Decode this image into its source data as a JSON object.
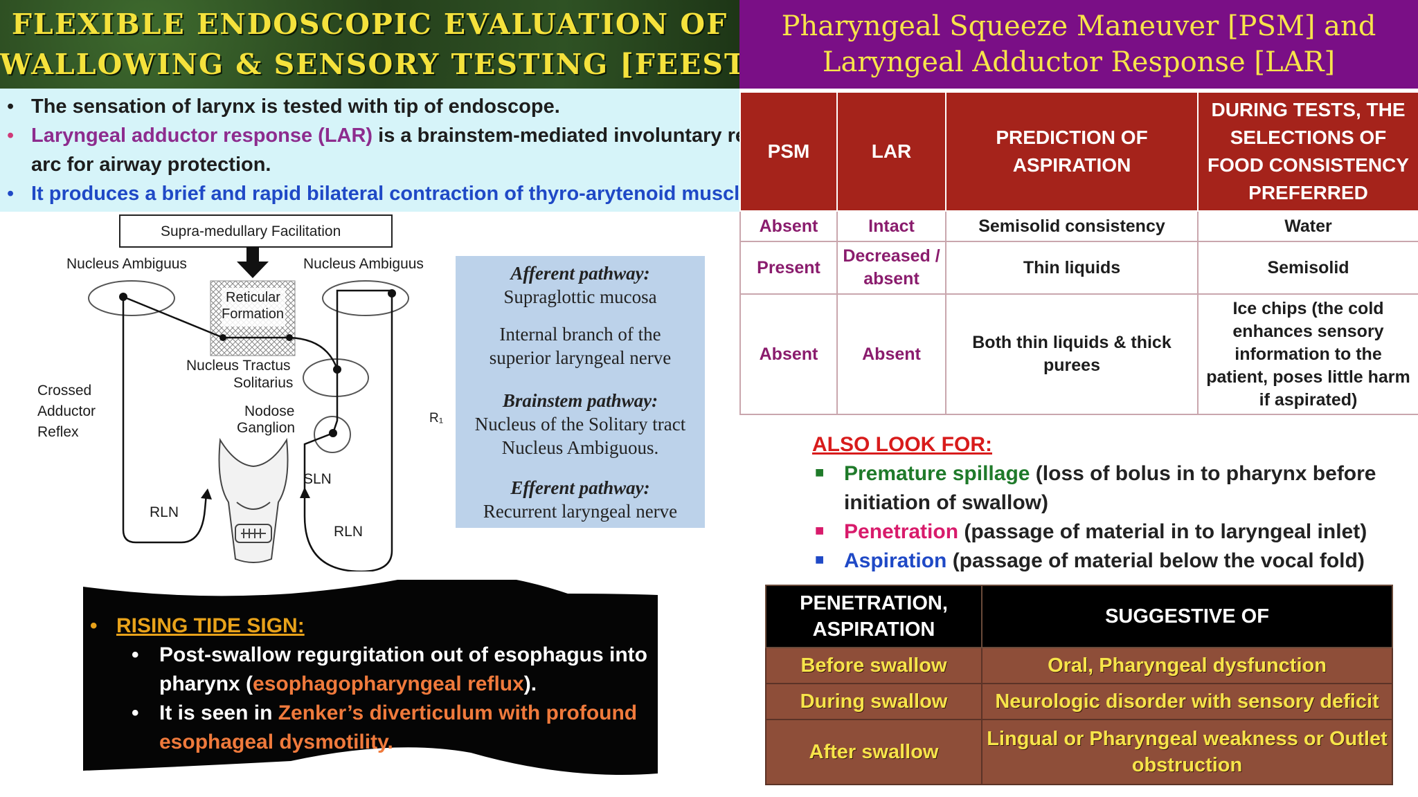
{
  "left_banner": {
    "line1": "FLEXIBLE ENDOSCOPIC EVALUATION OF",
    "line2": "SWALLOWING & SENSORY TESTING [FEEST]"
  },
  "right_banner": {
    "line1": "Pharyngeal Squeeze Maneuver [PSM] and",
    "line2": "Laryngeal Adductor Response [LAR]"
  },
  "intro": {
    "b1": "The sensation of larynx is tested with tip of endoscope.",
    "b2_colored": "Laryngeal adductor response (LAR)",
    "b2_rest": " is a brainstem-mediated involuntary reflex",
    "b2_line2": "arc for airway protection.",
    "b3": "It produces a brief and rapid bilateral contraction of thyro-arytenoid muscles.",
    "colors": {
      "purple": "#8d2c8e",
      "blue": "#1f49c6",
      "pink_bullet": "#cf3a78"
    }
  },
  "diagram": {
    "supra": "Supra-medullary Facilitation",
    "na_left": "Nucleus Ambiguus",
    "na_right": "Nucleus Ambiguus",
    "reticular_1": "Reticular",
    "reticular_2": "Formation",
    "nts_1": "Nucleus Tractus",
    "nts_2": "Solitarius",
    "crossed_1": "Crossed",
    "crossed_2": "Adductor",
    "crossed_3": "Reflex",
    "nodose_1": "Nodose",
    "nodose_2": "Ganglion",
    "sln": "SLN",
    "rln_left": "RLN",
    "rln_right": "RLN",
    "r1": "R₁"
  },
  "pathway": {
    "afferent_h": "Afferent pathway:",
    "afferent_1": "Supraglottic mucosa",
    "afferent_2": "Internal branch of the",
    "afferent_3": "superior laryngeal nerve",
    "brainstem_h": "Brainstem pathway:",
    "brainstem_1": "Nucleus of the Solitary tract",
    "brainstem_2": "Nucleus Ambiguous.",
    "efferent_h": "Efferent pathway:",
    "efferent_1": "Recurrent laryngeal nerve"
  },
  "psm_table": {
    "headers": [
      "PSM",
      "LAR",
      "PREDICTION OF ASPIRATION",
      "DURING TESTS, THE SELECTIONS OF FOOD CONSISTENCY PREFERRED"
    ],
    "rows": [
      [
        "Absent",
        "Intact",
        "Semisolid consistency",
        "Water"
      ],
      [
        "Present",
        "Decreased / absent",
        "Thin liquids",
        "Semisolid"
      ],
      [
        "Absent",
        "Absent",
        "Both thin liquids & thick purees",
        "Ice chips (the cold enhances sensory information to the patient, poses little harm if aspirated)"
      ]
    ],
    "colors": {
      "header_bg": "#a5231b",
      "psm_lar_text": "#8a1c6d"
    }
  },
  "also_look_for": {
    "heading": "ALSO LOOK FOR:",
    "i1_term": "Premature spillage",
    "i1_rest": " (loss of bolus in to pharynx before",
    "i1_line2": "initiation of swallow)",
    "i2_term": "Penetration",
    "i2_rest": " (passage of material in to laryngeal inlet)",
    "i3_term": "Aspiration",
    "i3_rest": " (passage of material below the vocal fold)",
    "colors": {
      "heading": "#d81b1b",
      "green": "#1f7a2a",
      "pink": "#d81b6b",
      "blue": "#1f49c6"
    }
  },
  "pen_table": {
    "headers": [
      "PENETRATION, ASPIRATION",
      "SUGGESTIVE OF"
    ],
    "rows": [
      [
        "Before swallow",
        "Oral, Pharyngeal dysfunction"
      ],
      [
        "During swallow",
        "Neurologic disorder with sensory deficit"
      ],
      [
        "After swallow",
        "Lingual or Pharyngeal weakness or Outlet obstruction"
      ]
    ]
  },
  "rising_tide": {
    "heading": "RISING TIDE SIGN:",
    "l1": "Post-swallow regurgitation out of esophagus into",
    "l2_a": "pharynx (",
    "l2_b": "esophagopharyngeal reflux",
    "l2_c": ").",
    "l3_a": "It is seen in ",
    "l3_b": "Zenker’s diverticulum with profound",
    "l4": "esophageal dysmotility.",
    "colors": {
      "heading": "#e8a21a",
      "accent": "#f07a3c"
    }
  }
}
